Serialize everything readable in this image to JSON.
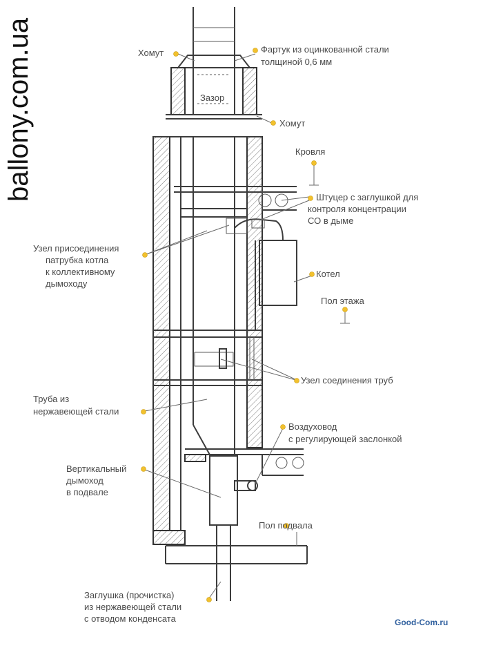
{
  "watermark": "ballony.com.ua",
  "credit": "Good-Com.ru",
  "accent_color": "#f2c12e",
  "labels": {
    "khomut_top": "Хомут",
    "fartuk_1": "Фартук из оцинкованной стали",
    "fartuk_2": "толщиной 0,6 мм",
    "zazor": "Зазор",
    "khomut_bottom": "Хомут",
    "krovlya": "Кровля",
    "shtutser_1": "Штуцер с заглушкой для",
    "shtutser_2": "контроля концентрации",
    "shtutser_3": "СО в дыме",
    "uzel_1": "Узел присоединения",
    "uzel_2": "патрубка котла",
    "uzel_3": "к коллективному",
    "uzel_4": "дымоходу",
    "kotel": "Котел",
    "pol_etazha": "Пол этажа",
    "uzel_trub": "Узел соединения труб",
    "truba_1": "Труба из",
    "truba_2": "нержавеющей стали",
    "vozdukhovod_1": "Воздуховод",
    "vozdukhovod_2": "с регулирующей заслонкой",
    "vert_1": "Вертикальный",
    "vert_2": "дымоход",
    "vert_3": "в подвале",
    "pol_podvala": "Пол подвала",
    "zaglushka_1": "Заглушка (прочистка)",
    "zaglushka_2": "из нержавеющей стали",
    "zaglushka_3": "с отводом конденсата"
  }
}
